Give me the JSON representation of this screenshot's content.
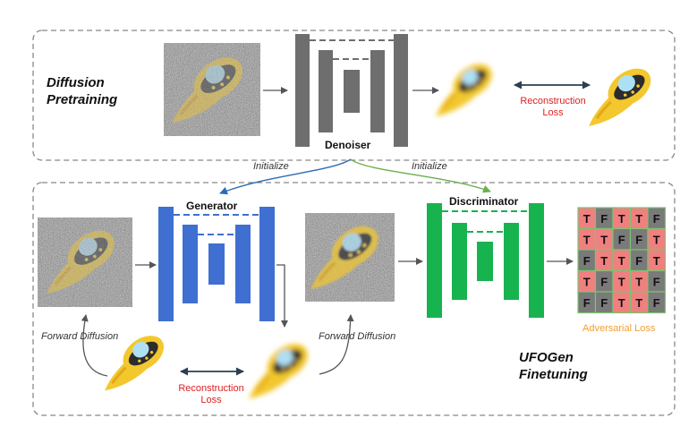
{
  "top_section": {
    "title_line1": "Diffusion",
    "title_line2": "Pretraining"
  },
  "bottom_section": {
    "title_line1": "UFOGen",
    "title_line2": "Finetuning"
  },
  "labels": {
    "denoiser": "Denoiser",
    "generator": "Generator",
    "discriminator": "Discriminator",
    "initialize_left": "Initialize",
    "initialize_right": "Initialize",
    "reconstruction_loss_top_1": "Reconstruction",
    "reconstruction_loss_top_2": "Loss",
    "reconstruction_loss_bottom_1": "Reconstruction",
    "reconstruction_loss_bottom_2": "Loss",
    "forward_diffusion_left": "Forward Diffusion",
    "forward_diffusion_right": "Forward Diffusion",
    "adversarial_loss": "Adversarial Loss"
  },
  "colors": {
    "denoiser": "#6e6e6e",
    "generator": "#3f6fd1",
    "discriminator": "#17b34f",
    "initialize_blue": "#2a6db5",
    "initialize_green": "#6ab04c",
    "loss_red": "#e02020",
    "adversarial_orange": "#f0a030",
    "true_cell": "#f08080",
    "false_cell": "#7a7a7a",
    "grid_line": "#7cc46e"
  },
  "adversarial_grid": [
    [
      "T",
      "F",
      "T",
      "T",
      "F"
    ],
    [
      "T",
      "T",
      "F",
      "F",
      "T"
    ],
    [
      "F",
      "T",
      "T",
      "F",
      "T"
    ],
    [
      "T",
      "F",
      "T",
      "T",
      "F"
    ],
    [
      "F",
      "F",
      "T",
      "T",
      "F"
    ]
  ]
}
